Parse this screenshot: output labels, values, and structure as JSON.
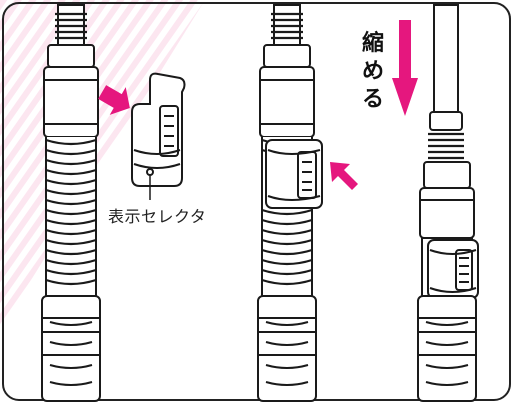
{
  "labels": {
    "selector": "表示セレクタ",
    "shrink": [
      "縮",
      "め",
      "る"
    ]
  },
  "colors": {
    "accent": "#e5177e",
    "background": "#ffffff",
    "corner_band": "#fbe3ee",
    "outline": "#1a1a1a",
    "frame": "#222222"
  },
  "icons": [
    "arrow-right-icon",
    "arrow-up-left-icon",
    "arrow-down-icon"
  ]
}
